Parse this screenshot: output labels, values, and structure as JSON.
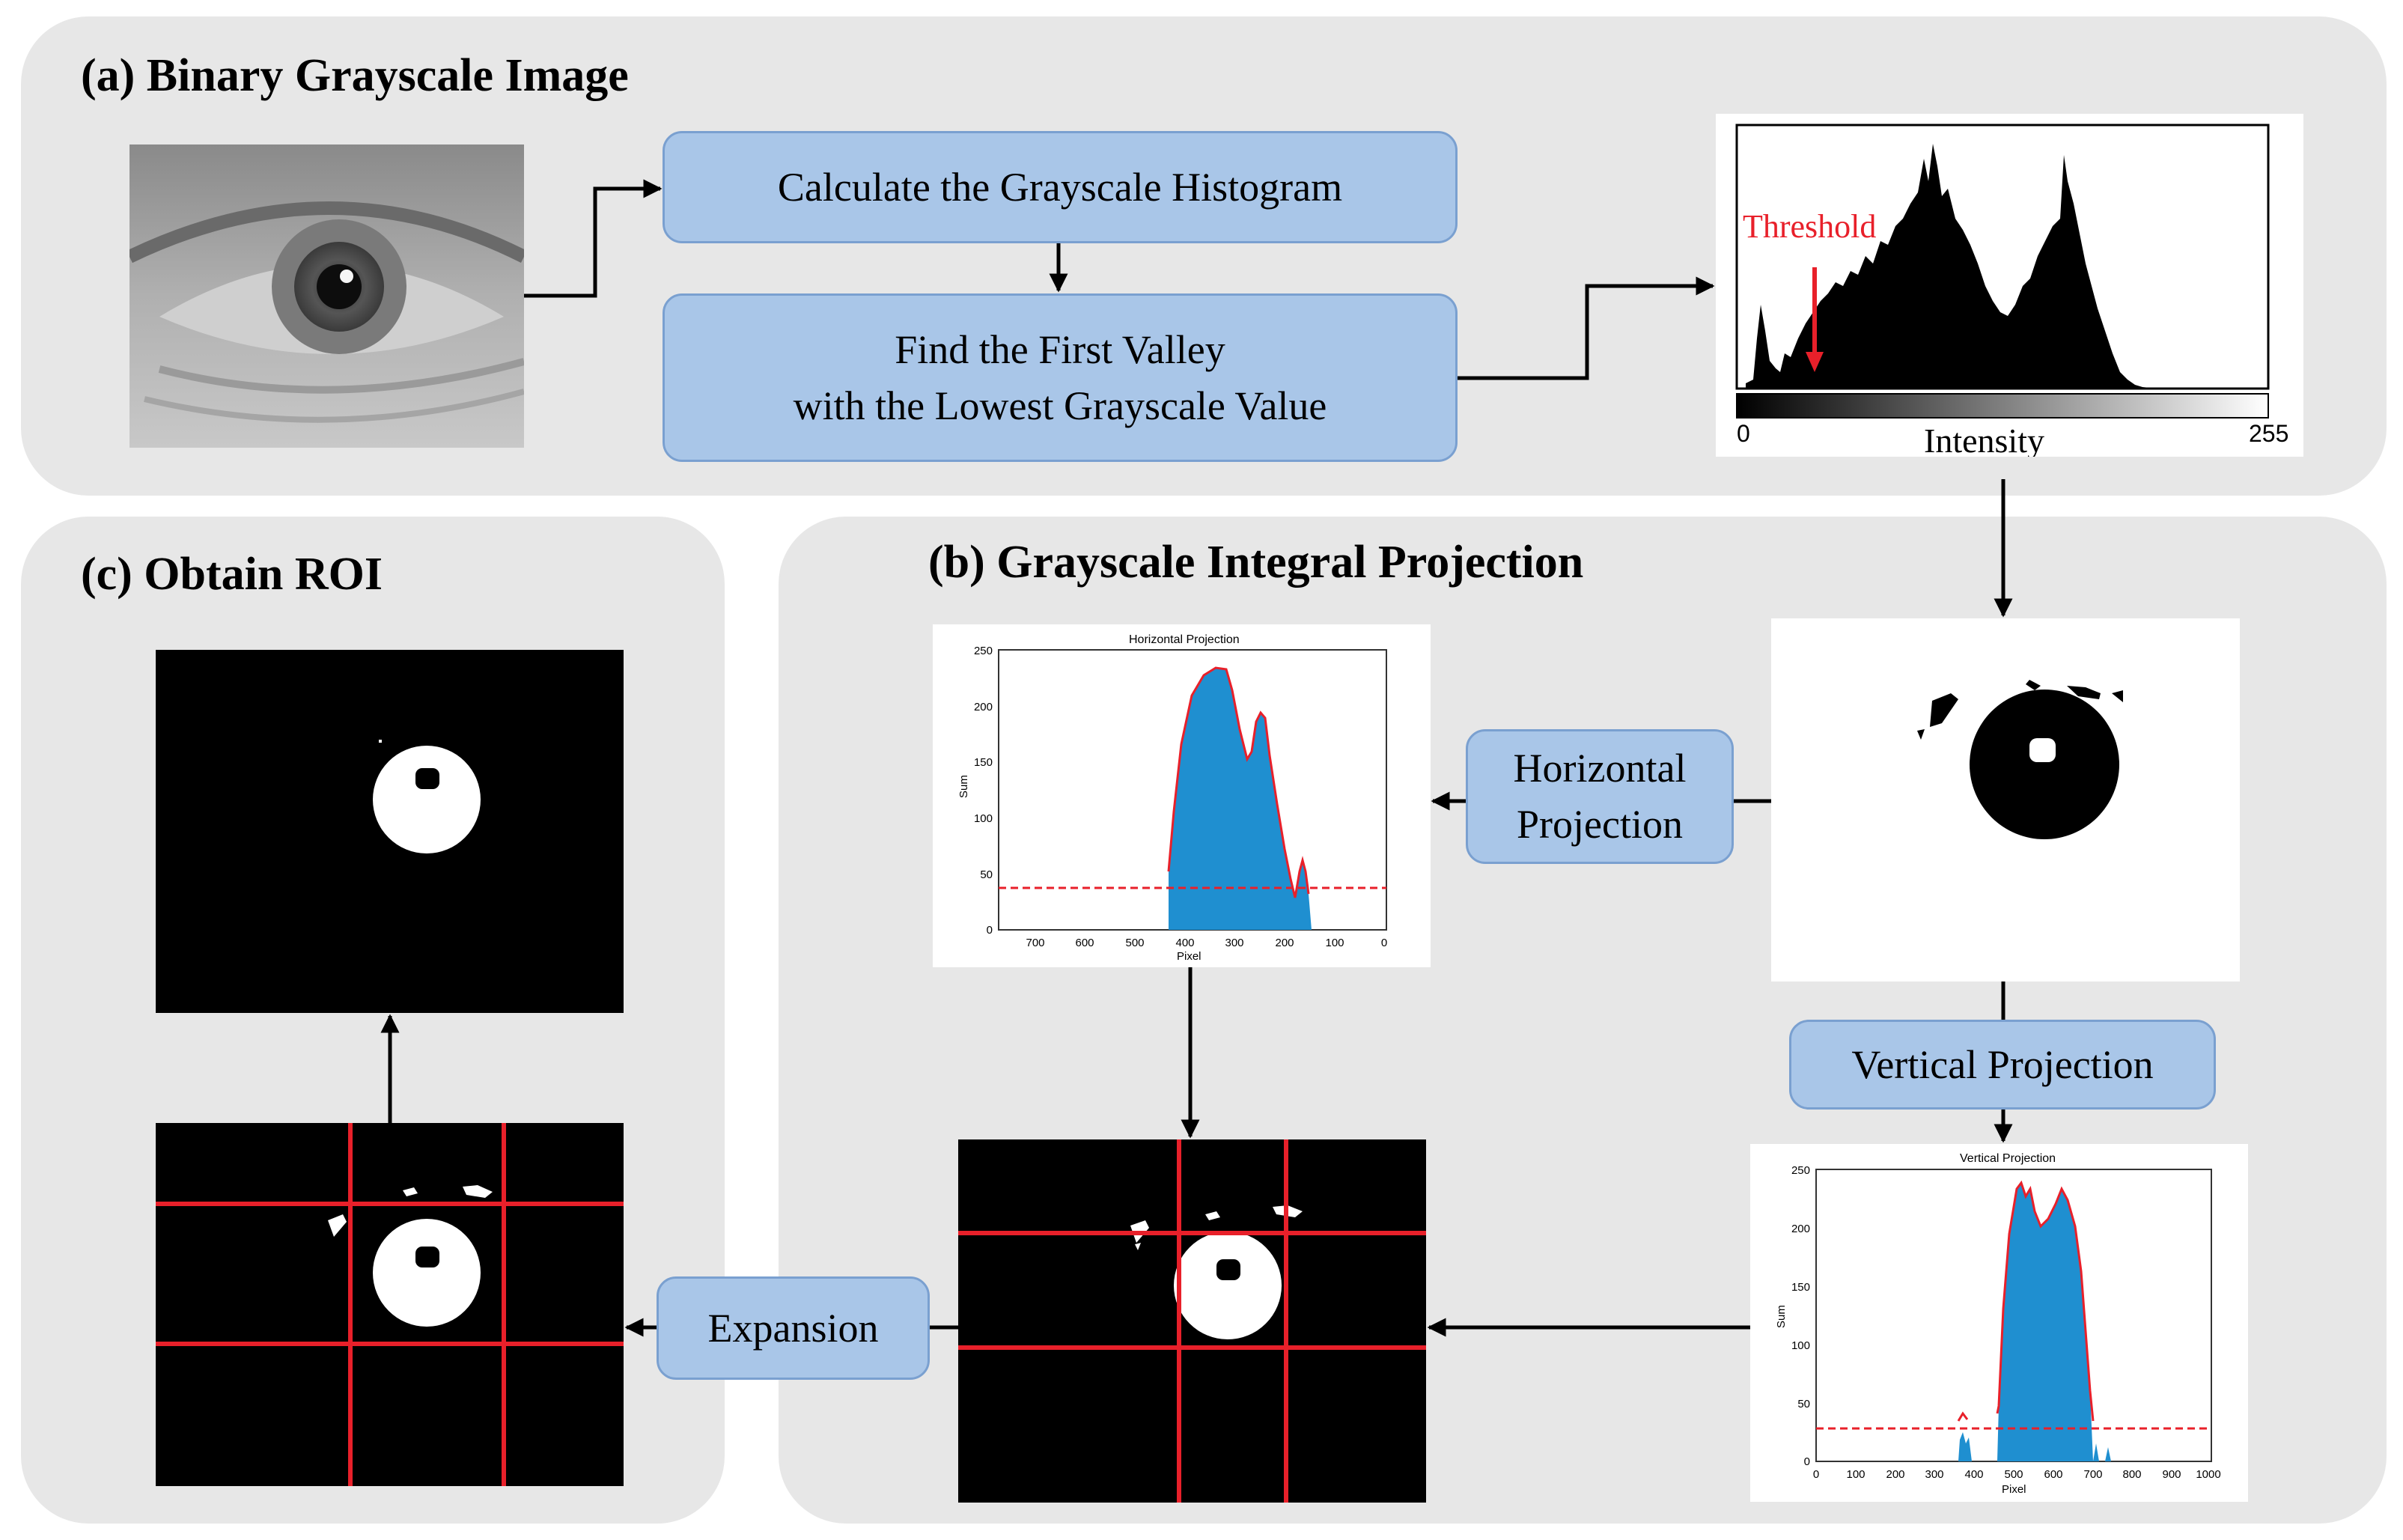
{
  "panels": {
    "a": {
      "title": "(a)  Binary Grayscale Image"
    },
    "b": {
      "title": "(b)  Grayscale Integral Projection"
    },
    "c": {
      "title": "(c)  Obtain ROI"
    }
  },
  "steps": {
    "histogram": "Calculate the  Grayscale Histogram",
    "valley_line1": "Find the First Valley",
    "valley_line2": "with the Lowest Grayscale Value",
    "horizontal_line1": "Horizontal",
    "horizontal_line2": "Projection",
    "vertical": "Vertical  Projection",
    "expansion": "Expansion"
  },
  "histogram_plot": {
    "threshold_label": "Threshold",
    "xlabel": "Intensity",
    "x_min": "0",
    "x_max": "255"
  },
  "horizontal_plot": {
    "title": "Horizontal Projection",
    "xlabel": "Pixel",
    "ylabel": "Sum",
    "yticks": [
      "250",
      "200",
      "150",
      "100",
      "50",
      "0"
    ],
    "xticks": [
      "700",
      "600",
      "500",
      "400",
      "300",
      "200",
      "100",
      "0"
    ]
  },
  "vertical_plot": {
    "title": "Vertical Projection",
    "xlabel": "Pixel",
    "ylabel": "Sum",
    "yticks": [
      "250",
      "200",
      "150",
      "100",
      "50",
      "0"
    ],
    "xticks": [
      "0",
      "100",
      "200",
      "300",
      "400",
      "500",
      "600",
      "700",
      "800",
      "900",
      "1000"
    ]
  },
  "colors": {
    "panel": "#e7e7e7",
    "box": "#a9c6e8",
    "box_border": "#7aa0d0",
    "accent_red": "#e8202a",
    "bar_blue": "#1f8fd0"
  }
}
